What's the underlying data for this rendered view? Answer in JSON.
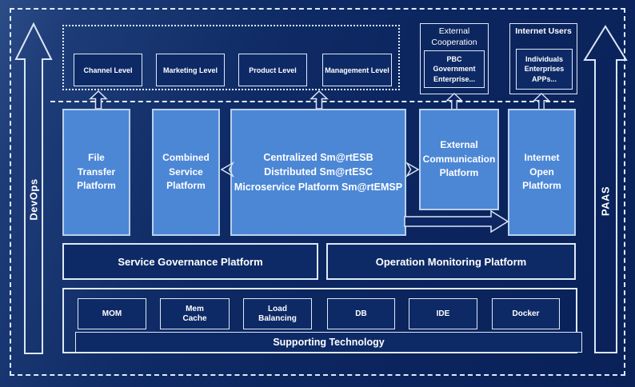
{
  "rails": {
    "devops": "DevOps",
    "paas": "PAAS"
  },
  "top_band": {
    "levels": [
      "Channel Level",
      "Marketing Level",
      "Product Level",
      "Management Level"
    ]
  },
  "external_cooperation": {
    "title": "External\nCooperation",
    "members": "PBC Government\nEnterprise..."
  },
  "internet_users": {
    "title": "Internet Users",
    "members": "Individuals\nEnterprises\nAPPs..."
  },
  "platforms": {
    "file_transfer": "File\nTransfer\nPlatform",
    "combined_service": "Combined\nService\nPlatform",
    "esb": "Centralized Sm@rtESB\nDistributed Sm@rtESC\nMicroservice Platform Sm@rtEMSP",
    "external_communication": "External\nCommunication\nPlatform",
    "internet_open": "Internet\nOpen\nPlatform"
  },
  "governance": {
    "label": "Service Governance Platform"
  },
  "monitoring": {
    "label": "Operation Monitoring Platform"
  },
  "supporting": {
    "technologies": [
      "MOM",
      "Mem\nCache",
      "Load\nBalancing",
      "DB",
      "IDE",
      "Docker"
    ],
    "bar_label": "Supporting Technology"
  },
  "colors": {
    "background": "#0c2660",
    "panel_blue": "#4c87d6",
    "panel_blue_border": "#b9d0ee",
    "line_white": "#dfe9f7"
  }
}
